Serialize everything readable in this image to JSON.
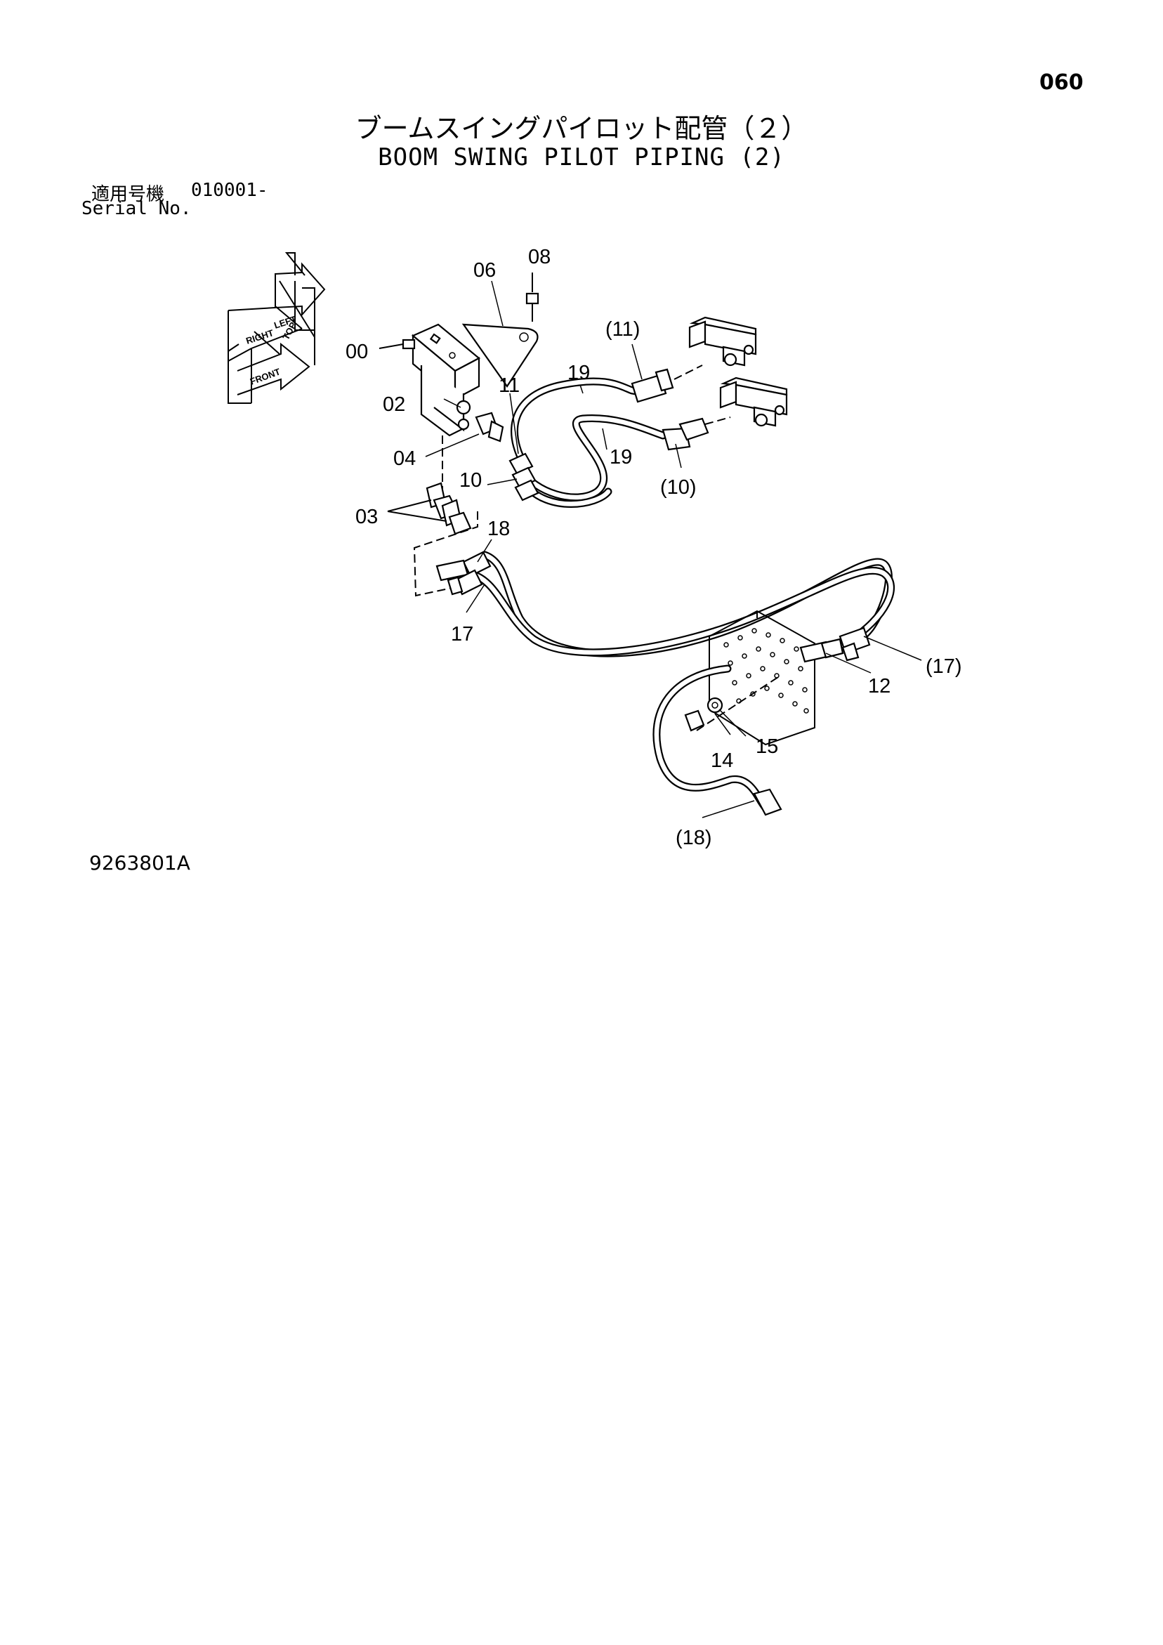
{
  "page_number": "060",
  "title_jp": "ブームスイングパイロット配管（２）",
  "title_en": "BOOM SWING PILOT PIPING (2)",
  "serial": {
    "label_jp": "適用号機",
    "value": "010001-",
    "label_en": "Serial No."
  },
  "drawing_number": "9263801A",
  "orientation_labels": [
    "TOP",
    "LEFT",
    "RIGHT",
    "FRONT"
  ],
  "callouts": [
    "00",
    "02",
    "03",
    "04",
    "06",
    "08",
    "10",
    "11",
    "12",
    "14",
    "15",
    "17",
    "18",
    "19",
    "19",
    "(10)",
    "(11)",
    "(17)",
    "(18)"
  ]
}
